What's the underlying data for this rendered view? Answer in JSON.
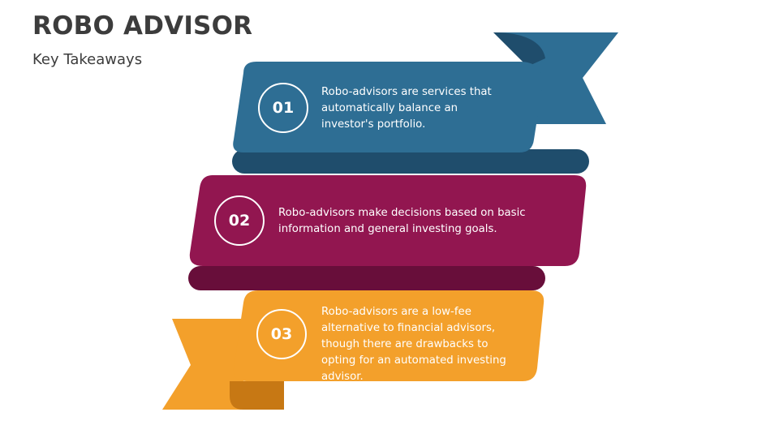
{
  "header": {
    "title": "ROBO ADVISOR",
    "subtitle": "Key Takeaways"
  },
  "colors": {
    "blue": "#2e6e94",
    "blue_dark": "#1f4d6c",
    "magenta": "#921650",
    "magenta_dark": "#680e3a",
    "orange": "#f3a02b",
    "orange_dark": "#c77814"
  },
  "points": [
    {
      "number": "01",
      "text": "Robo-advisors are services that automatically balance an investor's portfolio."
    },
    {
      "number": "02",
      "text": "Robo-advisors make decisions based on basic information and general investing goals."
    },
    {
      "number": "03",
      "text": "Robo-advisors are a low-fee alternative to financial advisors, though there are drawbacks to opting for an automated investing advisor."
    }
  ]
}
